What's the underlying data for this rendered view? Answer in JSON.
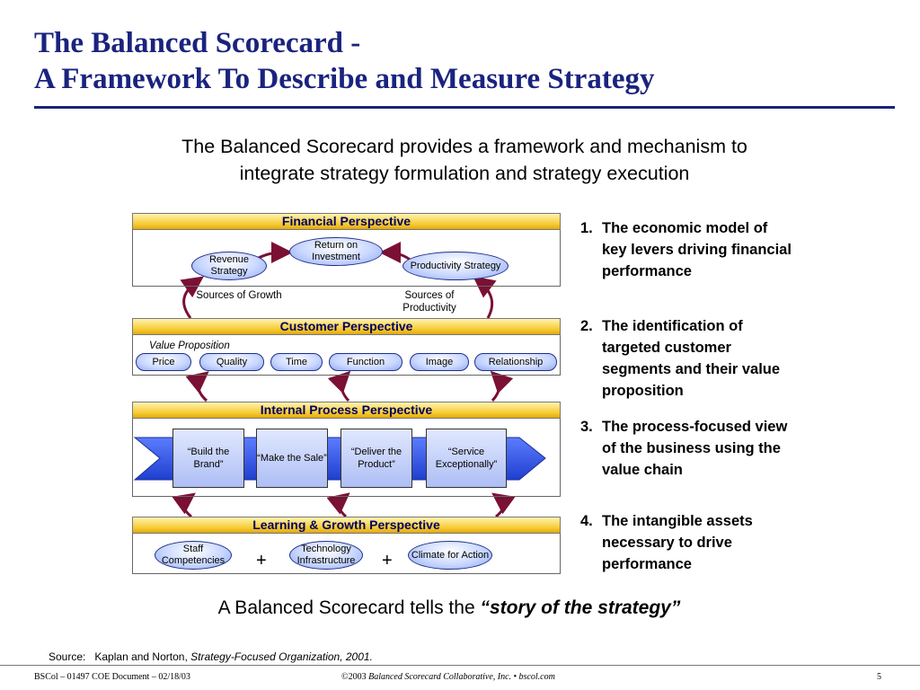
{
  "title": {
    "line1": "The Balanced Scorecard -",
    "line2": "A Framework To Describe and Measure Strategy"
  },
  "intro": {
    "line1": "The Balanced Scorecard provides a framework and mechanism to",
    "line2": "integrate strategy formulation and strategy execution"
  },
  "financial": {
    "header": "Financial Perspective",
    "revenue": "Revenue Strategy",
    "roi": "Return on Investment",
    "productivity": "Productivity Strategy",
    "growth_label": "Sources of Growth",
    "productivity_label": "Sources of Productivity"
  },
  "customer": {
    "header": "Customer Perspective",
    "value_prop": "Value Proposition",
    "items": [
      "Price",
      "Quality",
      "Time",
      "Function",
      "Image",
      "Relationship"
    ]
  },
  "internal": {
    "header": "Internal Process Perspective",
    "steps": [
      "“Build the Brand”",
      "“Make the Sale”",
      "“Deliver the Product”",
      "“Service Exceptionally”"
    ]
  },
  "learning": {
    "header": "Learning & Growth Perspective",
    "staff": "Staff Competencies",
    "tech": "Technology Infrastructure",
    "climate": "Climate for Action",
    "plus": "+"
  },
  "points": [
    {
      "num": "1.",
      "text": "The economic model of key levers driving financial performance"
    },
    {
      "num": "2.",
      "text": "The identification of targeted customer segments and their value proposition"
    },
    {
      "num": "3.",
      "text": "The process-focused view of the business using the value chain"
    },
    {
      "num": "4.",
      "text": "The intangible assets necessary to drive performance"
    }
  ],
  "story": {
    "prefix": "A Balanced Scorecard tells the ",
    "emphasis": "“story of the strategy”"
  },
  "source": {
    "label": "Source:",
    "authors": "Kaplan and Norton,",
    "work": "Strategy-Focused Organization, 2001."
  },
  "footer": {
    "left": "BSCol – 01497  COE Document – 02/18/03",
    "copyright": "©2003",
    "company": "Balanced Scorecard Collaborative, Inc.  •  bscol.com",
    "page": "5"
  },
  "colors": {
    "title": "#1a237e",
    "arrow": "#7a1034",
    "header_bar": "#f6c92f",
    "chevron": "#3355dd"
  }
}
